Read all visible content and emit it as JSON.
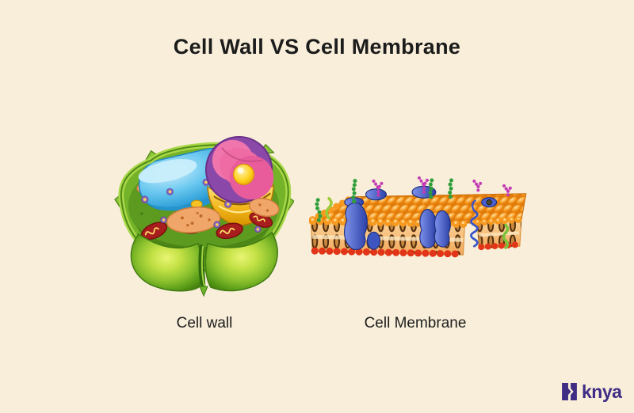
{
  "page": {
    "title": "Cell Wall VS Cell Membrane",
    "background_color": "#f8eed9",
    "title_color": "#1c1c1c"
  },
  "figures": {
    "cell_wall": {
      "label": "Cell wall",
      "illustration": "plant-cell-cutaway-with-green-cell-wall"
    },
    "cell_membrane": {
      "label": "Cell Membrane",
      "illustration": "phospholipid-bilayer-with-proteins"
    }
  },
  "branding": {
    "logo_text": "knya",
    "logo_color": "#3f2d85",
    "logo_icon": "knya-blocks-icon"
  },
  "palette": {
    "cell_wall_green": "#74b229",
    "panel_yellow_green": "#dff05a",
    "vacuole_blue": "#46b4e8",
    "nucleus_pink": "#ef6fa9",
    "nucleus_purple": "#8a49a8",
    "nucleolus_yellow": "#ffd21e",
    "golgi_gold": "#f2b61c",
    "mitochondria_red": "#a81d1d",
    "membrane_orange": "#f28c1a",
    "membrane_head_red": "#e23418",
    "protein_blue": "#3a55c8",
    "glyco_green": "#2f9e3a",
    "glyco_magenta": "#c43bb4"
  }
}
